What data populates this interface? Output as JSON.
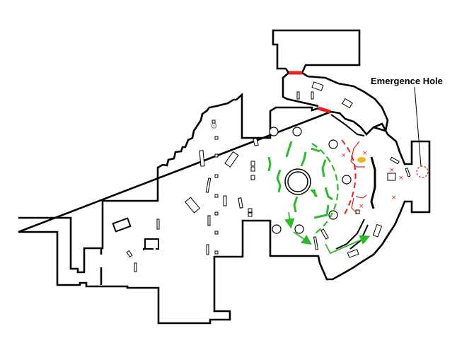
{
  "map": {
    "annotation": "Emergence Hole",
    "colors": {
      "wall": "#000000",
      "door": "#e8201f",
      "route": "#2db92d",
      "danger": "#e8201f",
      "objective": "#f2b21a",
      "gear": "#888888"
    },
    "icons": [
      "gear-icon",
      "red-x-marker",
      "emergence-hole-marker",
      "arrow-route"
    ]
  }
}
